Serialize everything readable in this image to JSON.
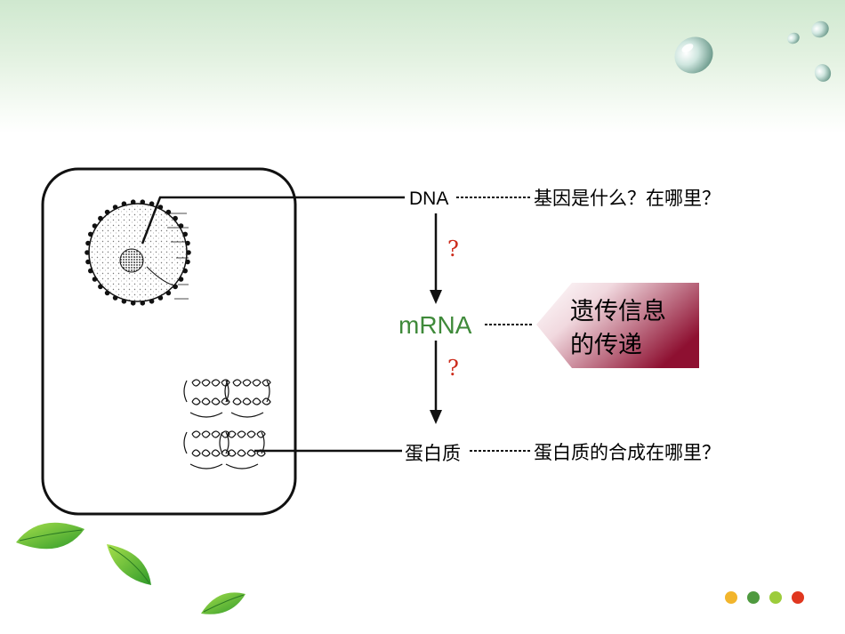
{
  "labels": {
    "dna": "DNA",
    "mrna": "mRNA",
    "protein": "蛋白质"
  },
  "questions": {
    "dna": "基因是什么？在哪里？",
    "protein": "蛋白质的合成在哪里？"
  },
  "arrow_marks": [
    "?",
    "?"
  ],
  "callout": {
    "line1": "遗传信息",
    "line2": "的传递"
  },
  "colors": {
    "mrna": "#3f8a3a",
    "question_mark": "#cc2a1a",
    "callout_dark": "#8e1031",
    "callout_light": "#ffffff"
  },
  "nav_dots": [
    "#f2b52c",
    "#4f9a3f",
    "#9ccc3b",
    "#e0371f"
  ],
  "icons": [
    "water-drop-icon",
    "leaf-icon"
  ]
}
